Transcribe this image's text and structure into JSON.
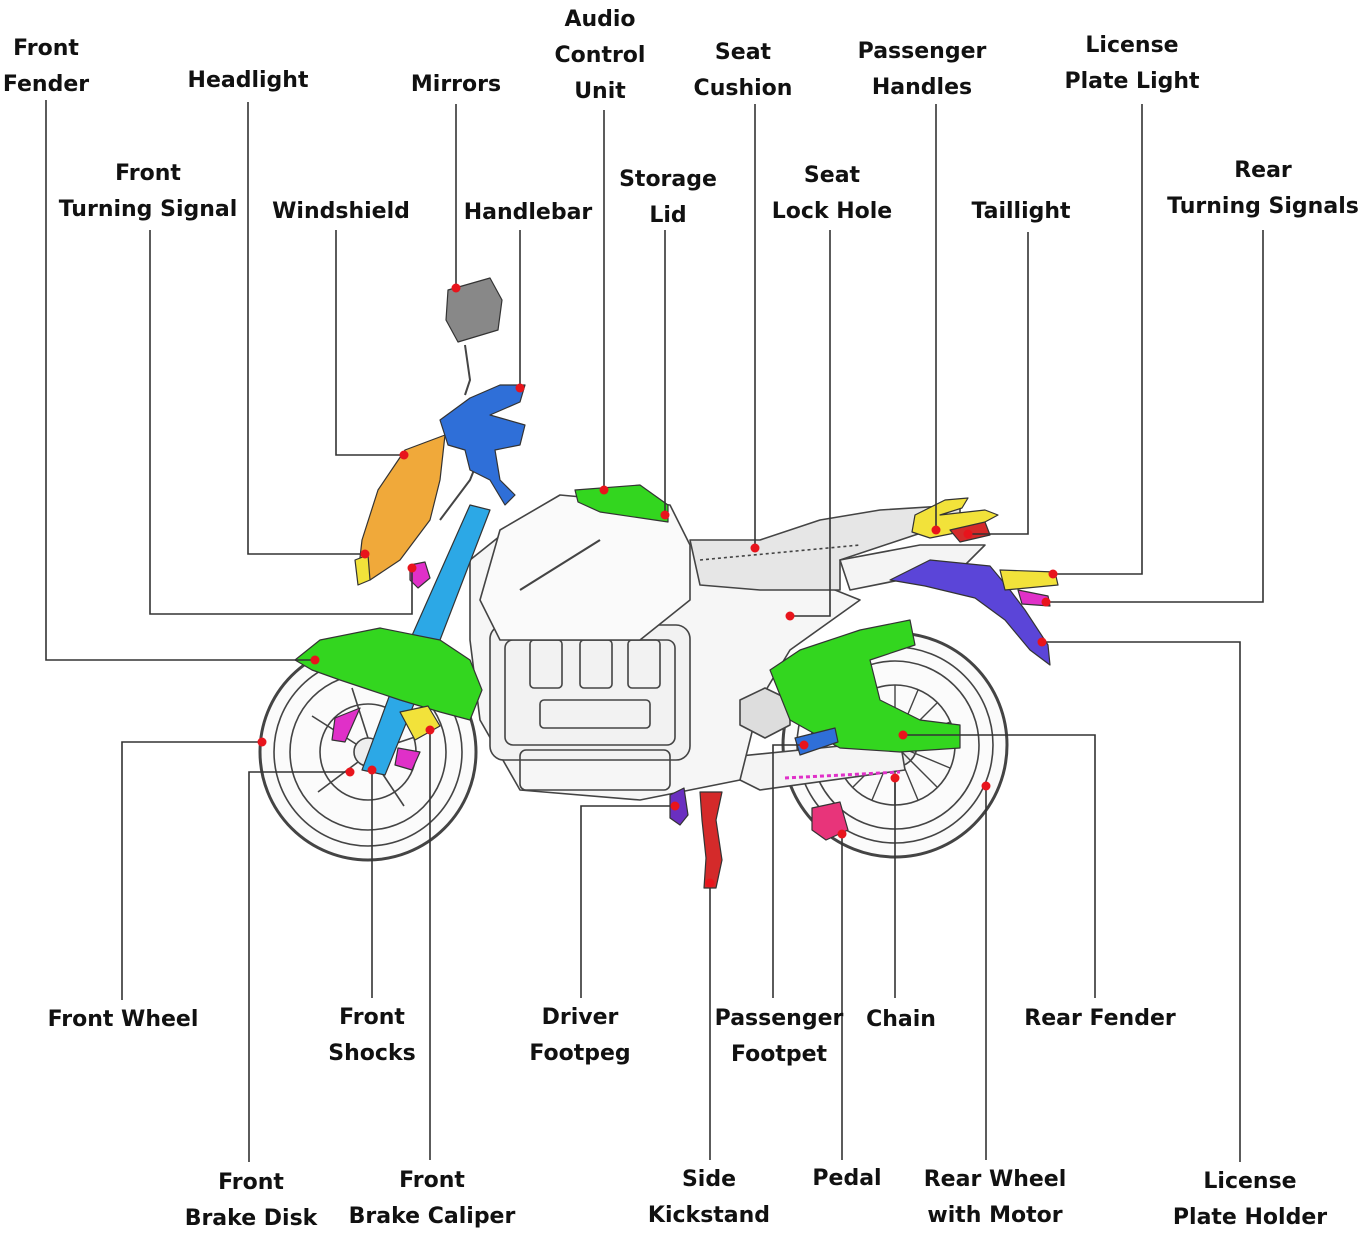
{
  "colors": {
    "leader": "#333333",
    "dot": "#e8141c",
    "outline": "#444444",
    "fender": "#33d61f",
    "fork": "#2ca8e6",
    "handlebar": "#2f6fd8",
    "windshield": "#f0a93a",
    "magenta": "#e030c8",
    "yellow": "#f2e23a",
    "plate": "#5b45d8",
    "kickstand": "#d42a2a",
    "mirror": "#888888",
    "footpeg": "#6a2fc0",
    "pedal": "#e8347a"
  },
  "labels": [
    {
      "id": "front-fender",
      "lines": [
        "Front",
        "Fender"
      ]
    },
    {
      "id": "headlight",
      "lines": [
        "Headlight"
      ]
    },
    {
      "id": "mirrors",
      "lines": [
        "Mirrors"
      ]
    },
    {
      "id": "audio-control-unit",
      "lines": [
        "Audio",
        "Control",
        "Unit"
      ]
    },
    {
      "id": "seat-cushion",
      "lines": [
        "Seat",
        "Cushion"
      ]
    },
    {
      "id": "passenger-handles",
      "lines": [
        "Passenger",
        "Handles"
      ]
    },
    {
      "id": "license-plate-light",
      "lines": [
        "License",
        "Plate Light"
      ]
    },
    {
      "id": "front-turning-signal",
      "lines": [
        "Front",
        "Turning Signal"
      ]
    },
    {
      "id": "windshield",
      "lines": [
        "Windshield"
      ]
    },
    {
      "id": "handlebar",
      "lines": [
        "Handlebar"
      ]
    },
    {
      "id": "storage-lid",
      "lines": [
        "Storage",
        "Lid"
      ]
    },
    {
      "id": "seat-lock-hole",
      "lines": [
        "Seat",
        "Lock Hole"
      ]
    },
    {
      "id": "taillight",
      "lines": [
        "Taillight"
      ]
    },
    {
      "id": "rear-turning-signals",
      "lines": [
        "Rear",
        "Turning Signals"
      ]
    },
    {
      "id": "front-wheel",
      "lines": [
        "Front Wheel"
      ]
    },
    {
      "id": "front-shocks",
      "lines": [
        "Front",
        "Shocks"
      ]
    },
    {
      "id": "driver-footpeg",
      "lines": [
        "Driver",
        "Footpeg"
      ]
    },
    {
      "id": "passenger-footpet",
      "lines": [
        "Passenger",
        "Footpet"
      ]
    },
    {
      "id": "chain",
      "lines": [
        "Chain"
      ]
    },
    {
      "id": "rear-fender",
      "lines": [
        "Rear Fender"
      ]
    },
    {
      "id": "front-brake-disk",
      "lines": [
        "Front",
        "Brake Disk"
      ]
    },
    {
      "id": "front-brake-caliper",
      "lines": [
        "Front",
        "Brake Caliper"
      ]
    },
    {
      "id": "side-kickstand",
      "lines": [
        "Side",
        "Kickstand"
      ]
    },
    {
      "id": "pedal",
      "lines": [
        "Pedal"
      ]
    },
    {
      "id": "rear-wheel-with-motor",
      "lines": [
        "Rear Wheel",
        "with Motor"
      ]
    },
    {
      "id": "license-plate-holder",
      "lines": [
        "License",
        "Plate Holder"
      ]
    }
  ]
}
